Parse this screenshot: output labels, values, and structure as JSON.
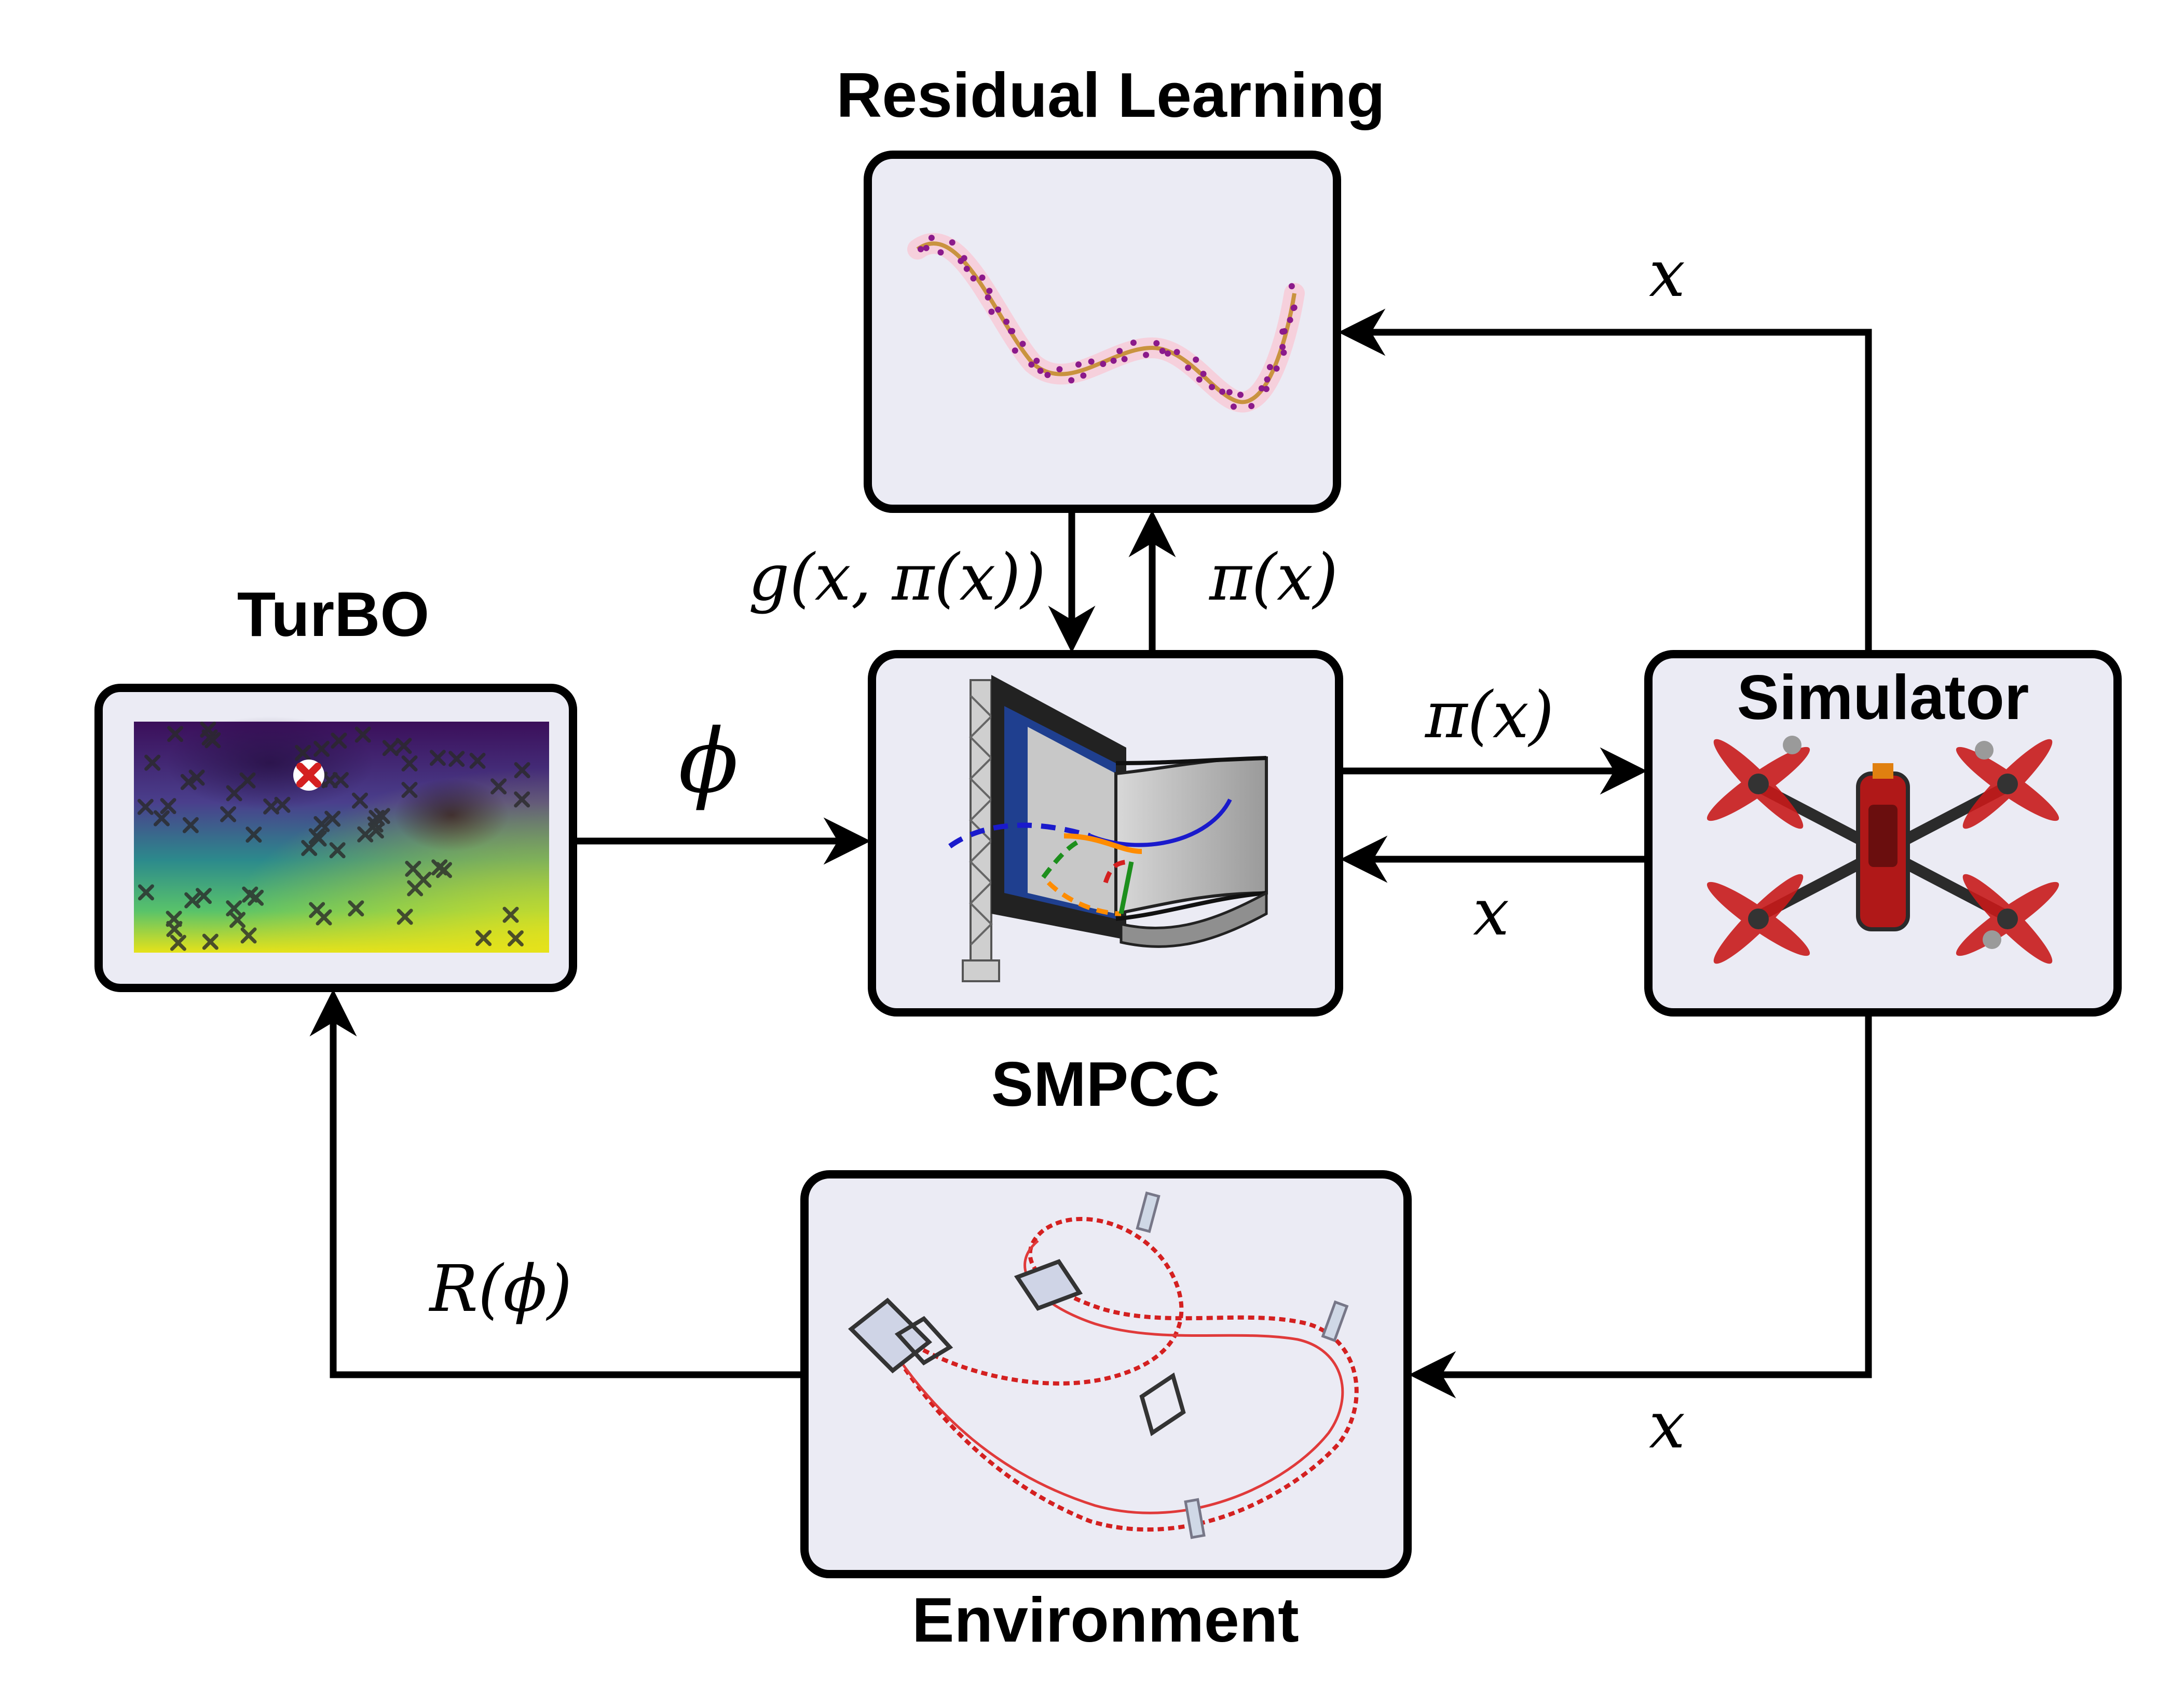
{
  "blocks": {
    "residual_learning": {
      "title": "Residual Learning"
    },
    "turbo": {
      "title": "TurBO"
    },
    "smpcc": {
      "title": "SMPCC"
    },
    "simulator": {
      "title": "Simulator"
    },
    "environment": {
      "title": "Environment"
    }
  },
  "edge_labels": {
    "simulator_to_residual": "x",
    "smpcc_to_residual_feedback": "g(x, π(x))",
    "smpcc_to_residual_policy": "π(x)",
    "turbo_to_smpcc": "ϕ",
    "smpcc_to_simulator": "π(x)",
    "simulator_to_smpcc": "x",
    "environment_to_turbo": "R(ϕ)",
    "simulator_to_environment": "x"
  },
  "colors": {
    "box_fill": "#ebebf4",
    "box_stroke": "#000000",
    "fit_curve": "#d4a04a",
    "data_points": "#8b1a8b",
    "trajectory": "#d42020",
    "heatmap_low": "#3b0f5a",
    "heatmap_high": "#e6e21a",
    "best_marker": "#d42020"
  },
  "icons": {
    "residual_plot": "regression-curve-plot",
    "turbo_plot": "bayesian-optimization-heatmap",
    "smpcc_render": "gate-corridor-render",
    "simulator_image": "quadrotor-drone",
    "environment_render": "race-track-trajectory"
  }
}
